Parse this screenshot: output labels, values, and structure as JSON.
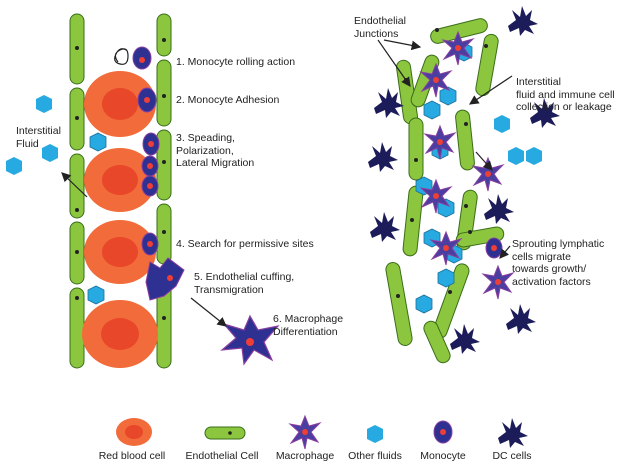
{
  "steps": [
    "1. Monocyte rolling action",
    "2. Monocyte Adhesion",
    "3. Speading,\nPolarization,\nLateral Migration",
    "4. Search for permissive sites",
    "5. Endothelial cuffing,\nTransmigration",
    "6. Macrophage\nDifferentiation"
  ],
  "labels": {
    "interstitial_fluid": "Interstitial\nFluid",
    "endothelial_junctions": "Endothelial\nJunctions",
    "interstitial_collection": "Interstitial\nfluid and immune cell\ncollection or leakage",
    "sprouting": "Sprouting lymphatic\ncells migrate\ntowards growth/\nactivation factors"
  },
  "legend": [
    {
      "label": "Red blood cell",
      "icon": "red-blood-cell-icon"
    },
    {
      "label": "Endothelial Cell",
      "icon": "endothelial-cell-icon"
    },
    {
      "label": "Macrophage",
      "icon": "macrophage-icon"
    },
    {
      "label": "Other fluids",
      "icon": "fluid-hexagon-icon"
    },
    {
      "label": "Monocyte",
      "icon": "monocyte-icon"
    },
    {
      "label": "DC cells",
      "icon": "dc-cell-icon"
    }
  ],
  "colors": {
    "endothelial": "#8cc63f",
    "endothelial_stroke": "#3a6d1a",
    "rbc": "#f26b3a",
    "rbc_center": "#e8472a",
    "fluid": "#27aae1",
    "immune": "#2e3192",
    "dc": "#1c1c5a",
    "nucleus": "#ef3e36"
  }
}
